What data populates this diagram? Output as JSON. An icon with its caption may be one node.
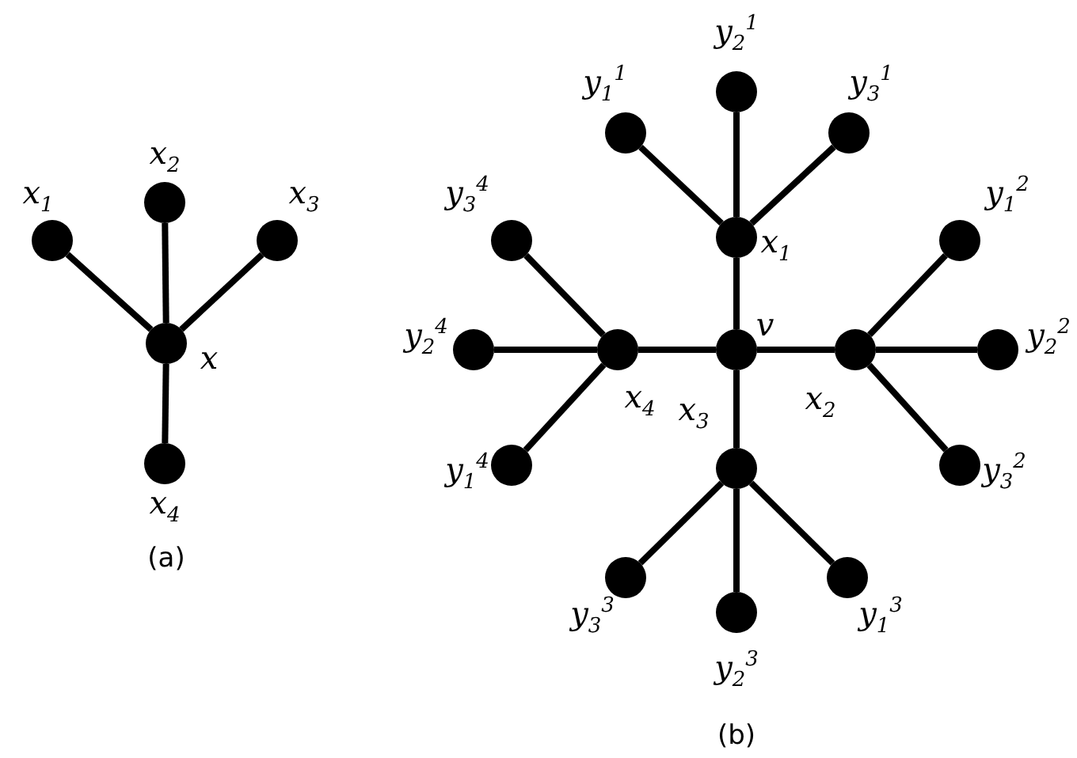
{
  "diagram": {
    "nodes": [
      {
        "text": [],
        "shape": "circle",
        "beside": [
          "x"
        ]
      },
      {
        "text": [],
        "shape": "circle",
        "beside": [
          "x$_{1}$"
        ]
      },
      {
        "text": [],
        "shape": "circle",
        "beside": [
          "x$_{2}$"
        ]
      },
      {
        "text": [],
        "shape": "circle",
        "beside": [
          "x$_{3}$"
        ]
      },
      {
        "text": [],
        "shape": "circle",
        "beside": [
          "x$_{4}$"
        ]
      },
      {
        "text": [],
        "shape": "circle",
        "beside": [
          "v"
        ]
      },
      {
        "text": [],
        "shape": "circle",
        "beside": [
          "x$_{1}$"
        ]
      },
      {
        "text": [],
        "shape": "circle",
        "beside": [
          "x$_{2}$"
        ]
      },
      {
        "text": [],
        "shape": "circle",
        "beside": [
          "x$_{3}$"
        ]
      },
      {
        "text": [],
        "shape": "circle",
        "beside": [
          "x$_{4}$"
        ]
      },
      {
        "text": [],
        "shape": "circle",
        "beside": [
          "y$_{1}$$^{1}$"
        ]
      },
      {
        "text": [],
        "shape": "circle",
        "beside": [
          "y$_{2}$$^{1}$"
        ]
      },
      {
        "text": [],
        "shape": "circle",
        "beside": [
          "y$_{3}$$^{1}$"
        ]
      },
      {
        "text": [],
        "shape": "circle",
        "beside": [
          "y$_{1}$$^{2}$"
        ]
      },
      {
        "text": [],
        "shape": "circle",
        "beside": [
          "y$_{2}$$^{2}$"
        ]
      },
      {
        "text": [],
        "shape": "circle",
        "beside": [
          "y$_{3}$$^{2}$"
        ]
      },
      {
        "text": [],
        "shape": "circle",
        "beside": [
          "y$_{1}$$^{3}$"
        ]
      },
      {
        "text": [],
        "shape": "circle",
        "beside": [
          "y$_{2}$$^{3}$"
        ]
      },
      {
        "text": [],
        "shape": "circle",
        "beside": [
          "y$_{3}$$^{3}$"
        ]
      },
      {
        "text": [],
        "shape": "circle",
        "beside": [
          "y$_{1}$$^{4}$"
        ]
      },
      {
        "text": [],
        "shape": "circle",
        "beside": [
          "y$_{2}$$^{4}$"
        ]
      },
      {
        "text": [],
        "shape": "circle",
        "beside": [
          "y$_{3}$$^{4}$"
        ]
      }
    ],
    "edges": [
      {
        "from": 0,
        "to": 1,
        "arrow": "none"
      },
      {
        "from": 0,
        "to": 2,
        "arrow": "none"
      },
      {
        "from": 0,
        "to": 3,
        "arrow": "none"
      },
      {
        "from": 0,
        "to": 4,
        "arrow": "none"
      },
      {
        "from": 5,
        "to": 6,
        "arrow": "none"
      },
      {
        "from": 5,
        "to": 7,
        "arrow": "none"
      },
      {
        "from": 5,
        "to": 8,
        "arrow": "none"
      },
      {
        "from": 5,
        "to": 9,
        "arrow": "none"
      },
      {
        "from": 6,
        "to": 10,
        "arrow": "none"
      },
      {
        "from": 6,
        "to": 11,
        "arrow": "none"
      },
      {
        "from": 6,
        "to": 12,
        "arrow": "none"
      },
      {
        "from": 7,
        "to": 13,
        "arrow": "none"
      },
      {
        "from": 7,
        "to": 14,
        "arrow": "none"
      },
      {
        "from": 7,
        "to": 15,
        "arrow": "none"
      },
      {
        "from": 8,
        "to": 16,
        "arrow": "none"
      },
      {
        "from": 8,
        "to": 17,
        "arrow": "none"
      },
      {
        "from": 8,
        "to": 18,
        "arrow": "none"
      },
      {
        "from": 9,
        "to": 19,
        "arrow": "none"
      },
      {
        "from": 9,
        "to": 20,
        "arrow": "none"
      },
      {
        "from": 9,
        "to": 21,
        "arrow": "none"
      }
    ],
    "labels": [
      "(a)",
      "(b)"
    ]
  }
}
